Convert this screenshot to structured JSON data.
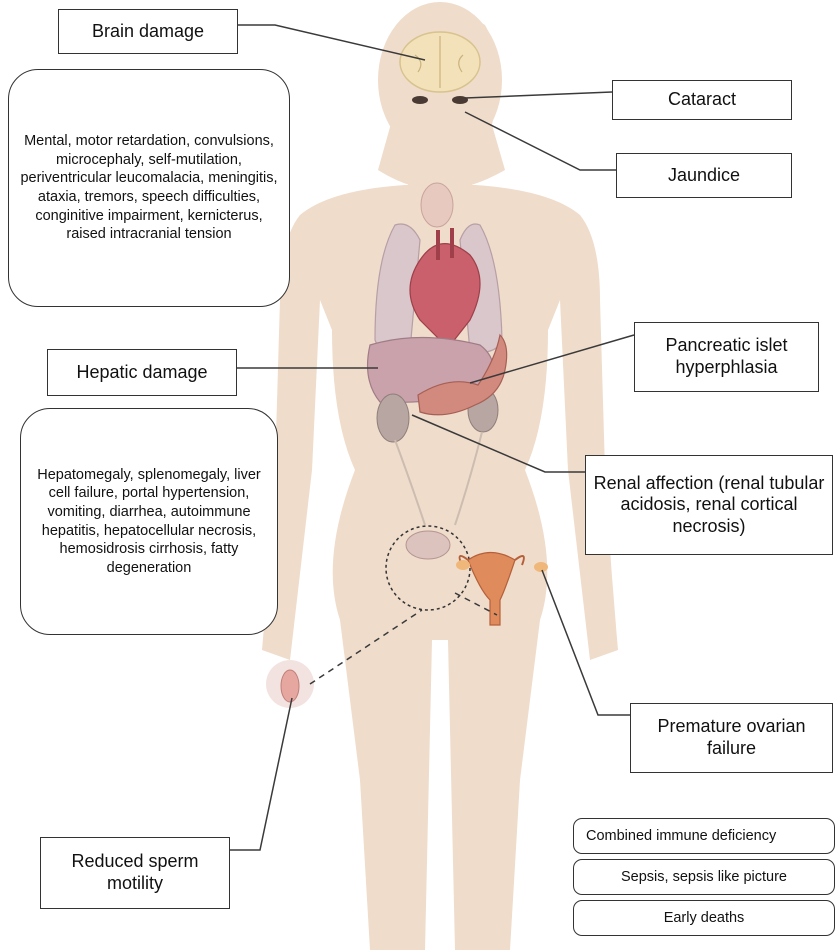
{
  "colors": {
    "body": "#efdccb",
    "box_border": "#333333",
    "connector": "#3a3a3a"
  },
  "labels": {
    "brain_damage": "Brain damage",
    "cataract": "Cataract",
    "jaundice": "Jaundice",
    "hepatic_damage": "Hepatic damage",
    "pancreatic": "Pancreatic islet hyperphlasia",
    "renal": "Renal affection (renal tubular acidosis, renal cortical necrosis)",
    "ovarian": "Premature ovarian failure",
    "sperm": "Reduced sperm motility"
  },
  "details": {
    "brain": "Mental, motor retardation, convulsions, microcephaly, self-mutilation, periventricular leucomalacia, meningitis, ataxia, tremors, speech difficulties, conginitive impairment, kernicterus, raised intracranial tension",
    "hepatic": "Hepatomegaly, splenomegaly, liver cell failure, portal hypertension, vomiting, diarrhea, autoimmune hepatitis, hepatocellular necrosis, hemosidrosis cirrhosis, fatty degeneration"
  },
  "systemic": {
    "immune": "Combined immune deficiency",
    "sepsis": "Sepsis, sepsis like picture",
    "deaths": "Early deaths"
  }
}
